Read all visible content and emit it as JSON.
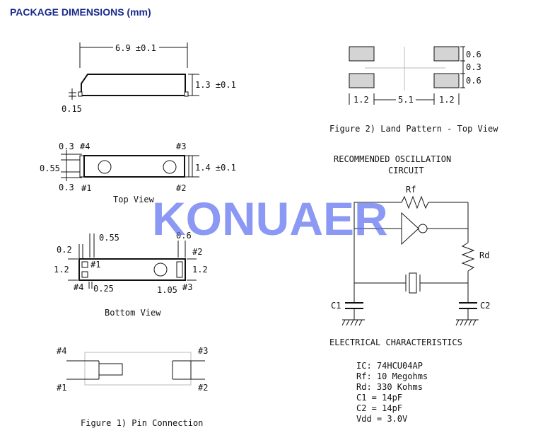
{
  "title": "PACKAGE DIMENSIONS (mm)",
  "colors": {
    "title": "#1a2a8c",
    "watermark": "#5a6ef0",
    "pad": "#d4d4d4",
    "line": "#111111"
  },
  "watermark": "KONUAER",
  "side_view": {
    "width": "6.9 ±0.1",
    "height": "1.3 ±0.1",
    "lead": "0.15"
  },
  "top_view": {
    "pin4": "#4",
    "pin3": "#3",
    "pin1": "#1",
    "pin2": "#2",
    "dim_top": "0.3",
    "dim_mid": "0.55",
    "dim_bot": "0.3",
    "height": "1.4 ±0.1",
    "caption": "Top View"
  },
  "bottom_view": {
    "dim_055": "0.55",
    "dim_06": "0.6",
    "dim_02": "0.2",
    "pin2": "#2",
    "pin1": "#1",
    "left_h": "1.2",
    "right_h": "1.2",
    "pin4": "#4",
    "dim_025": "0.25",
    "dim_105": "1.05",
    "pin3": "#3",
    "caption": "Bottom View"
  },
  "pin_connection": {
    "pin4": "#4",
    "pin3": "#3",
    "pin1": "#1",
    "pin2": "#2",
    "caption": "Figure 1) Pin Connection"
  },
  "land_pattern": {
    "d1": "0.6",
    "d2": "0.3",
    "d3": "0.6",
    "w1": "1.2",
    "w2": "5.1",
    "w3": "1.2",
    "caption": "Figure 2) Land Pattern - Top View"
  },
  "circuit": {
    "title_l1": "RECOMMENDED OSCILLATION",
    "title_l2": "CIRCUIT",
    "rf": "Rf",
    "rd": "Rd",
    "c1": "C1",
    "c2": "C2"
  },
  "electrical": {
    "title": "ELECTRICAL CHARACTERISTICS",
    "lines": [
      "IC: 74HCU04AP",
      "Rf: 10 Megohms",
      "Rd: 330 Kohms",
      "C1 = 14pF",
      "C2 = 14pF",
      "Vdd = 3.0V"
    ]
  }
}
